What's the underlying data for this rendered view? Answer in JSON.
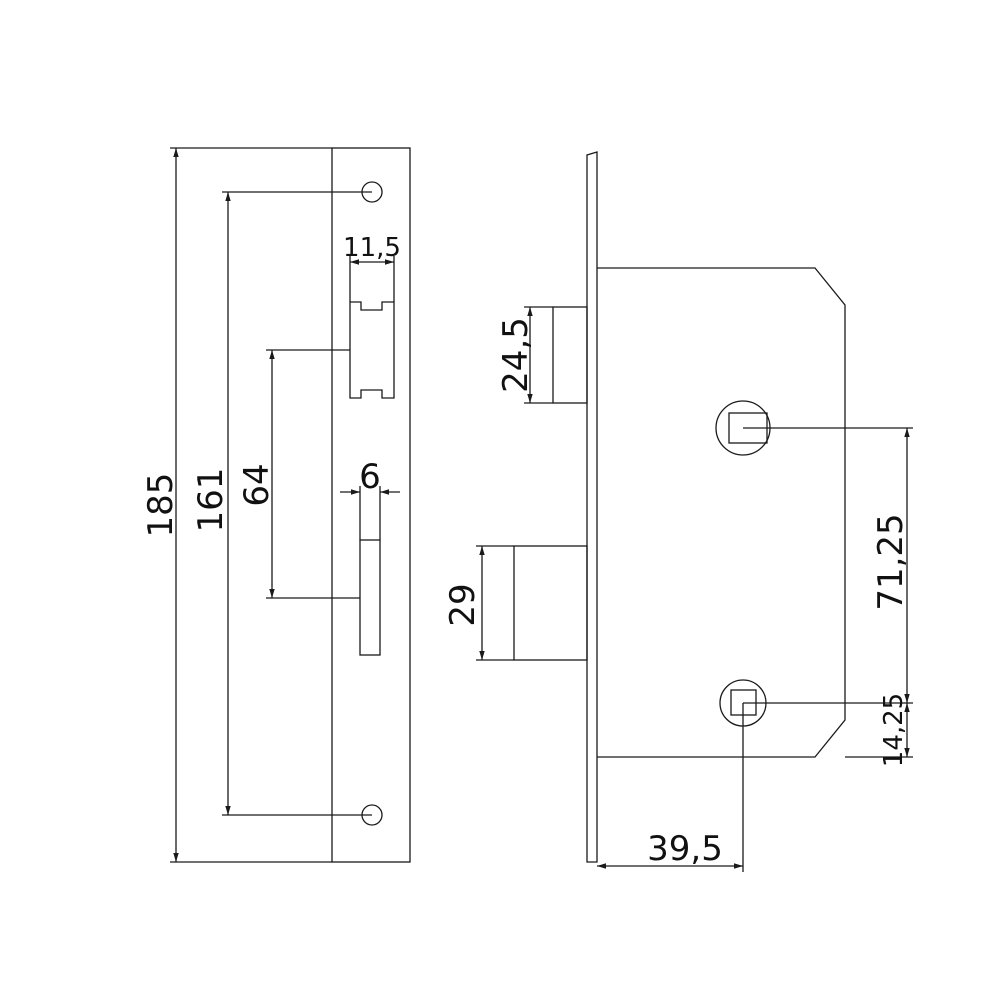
{
  "faceplate_view": {
    "dim_total_height": "185",
    "dim_screw_spacing": "161",
    "dim_latch_to_bolt": "64",
    "dim_latch_width": "11,5",
    "dim_bolt_width": "6"
  },
  "side_view": {
    "dim_latch_height": "24,5",
    "dim_bolt_height": "29",
    "dim_follower_to_key": "71,25",
    "dim_key_to_bottom": "14,25",
    "dim_backset": "39,5"
  },
  "colors": {
    "line": "#1a1a1a",
    "background": "#ffffff"
  }
}
